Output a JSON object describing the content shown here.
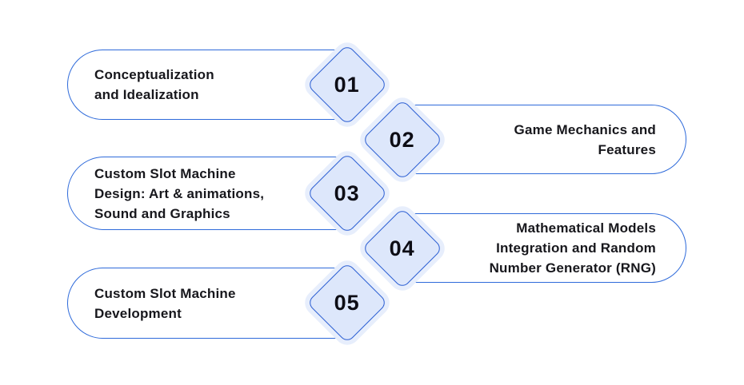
{
  "colors": {
    "background": "#ffffff",
    "pill_border": "#2e6ada",
    "diamond_border": "#2b5ed3",
    "diamond_fill": "#dde7fb",
    "diamond_glow": "#e7eefc",
    "label_text": "#17171c",
    "number_text": "#0d0d15"
  },
  "steps": [
    {
      "number": "01",
      "side": "left",
      "label_lines": [
        "Conceptualization",
        "and Idealization"
      ]
    },
    {
      "number": "02",
      "side": "right",
      "label_lines": [
        "Game Mechanics and",
        "Features"
      ]
    },
    {
      "number": "03",
      "side": "left",
      "label_lines": [
        "Custom Slot Machine",
        "Design: Art & animations,",
        "Sound and Graphics"
      ]
    },
    {
      "number": "04",
      "side": "right",
      "label_lines": [
        "Mathematical Models",
        "Integration and Random",
        "Number Generator (RNG)"
      ]
    },
    {
      "number": "05",
      "side": "left",
      "label_lines": [
        "Custom Slot Machine",
        "Development"
      ]
    }
  ]
}
